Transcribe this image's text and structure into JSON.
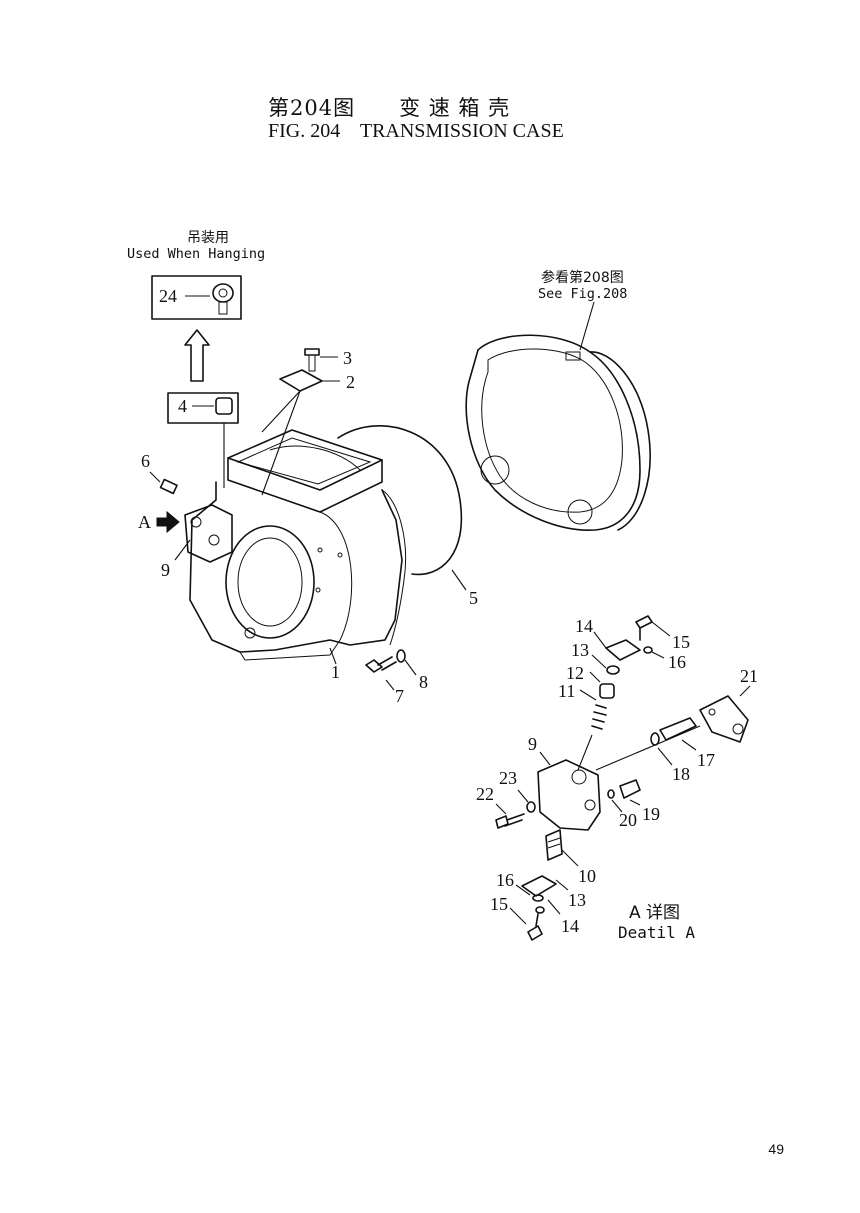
{
  "figure": {
    "title_cn": "第204图　　变 速 箱 壳",
    "title_en": "FIG. 204    TRANSMISSION CASE"
  },
  "notes": {
    "hanging_cn": "吊装用",
    "hanging_en": "Used When Hanging",
    "see_cn": "参看第208图",
    "see_en": "See Fig.208",
    "detail_cn": "A 详图",
    "detail_en": "Deatil A",
    "view_arrow_label": "A"
  },
  "callouts": {
    "c1": "1",
    "c2": "2",
    "c3": "3",
    "c4": "4",
    "c5": "5",
    "c6": "6",
    "c7": "7",
    "c8": "8",
    "c9": "9",
    "c24": "24",
    "d9": "9",
    "d10": "10",
    "d11": "11",
    "d12": "12",
    "d13a": "13",
    "d13b": "13",
    "d14a": "14",
    "d14b": "14",
    "d15a": "15",
    "d15b": "15",
    "d16a": "16",
    "d16b": "16",
    "d17": "17",
    "d18": "18",
    "d19": "19",
    "d20": "20",
    "d21": "21",
    "d22": "22",
    "d23": "23"
  },
  "page": {
    "number": "49"
  }
}
